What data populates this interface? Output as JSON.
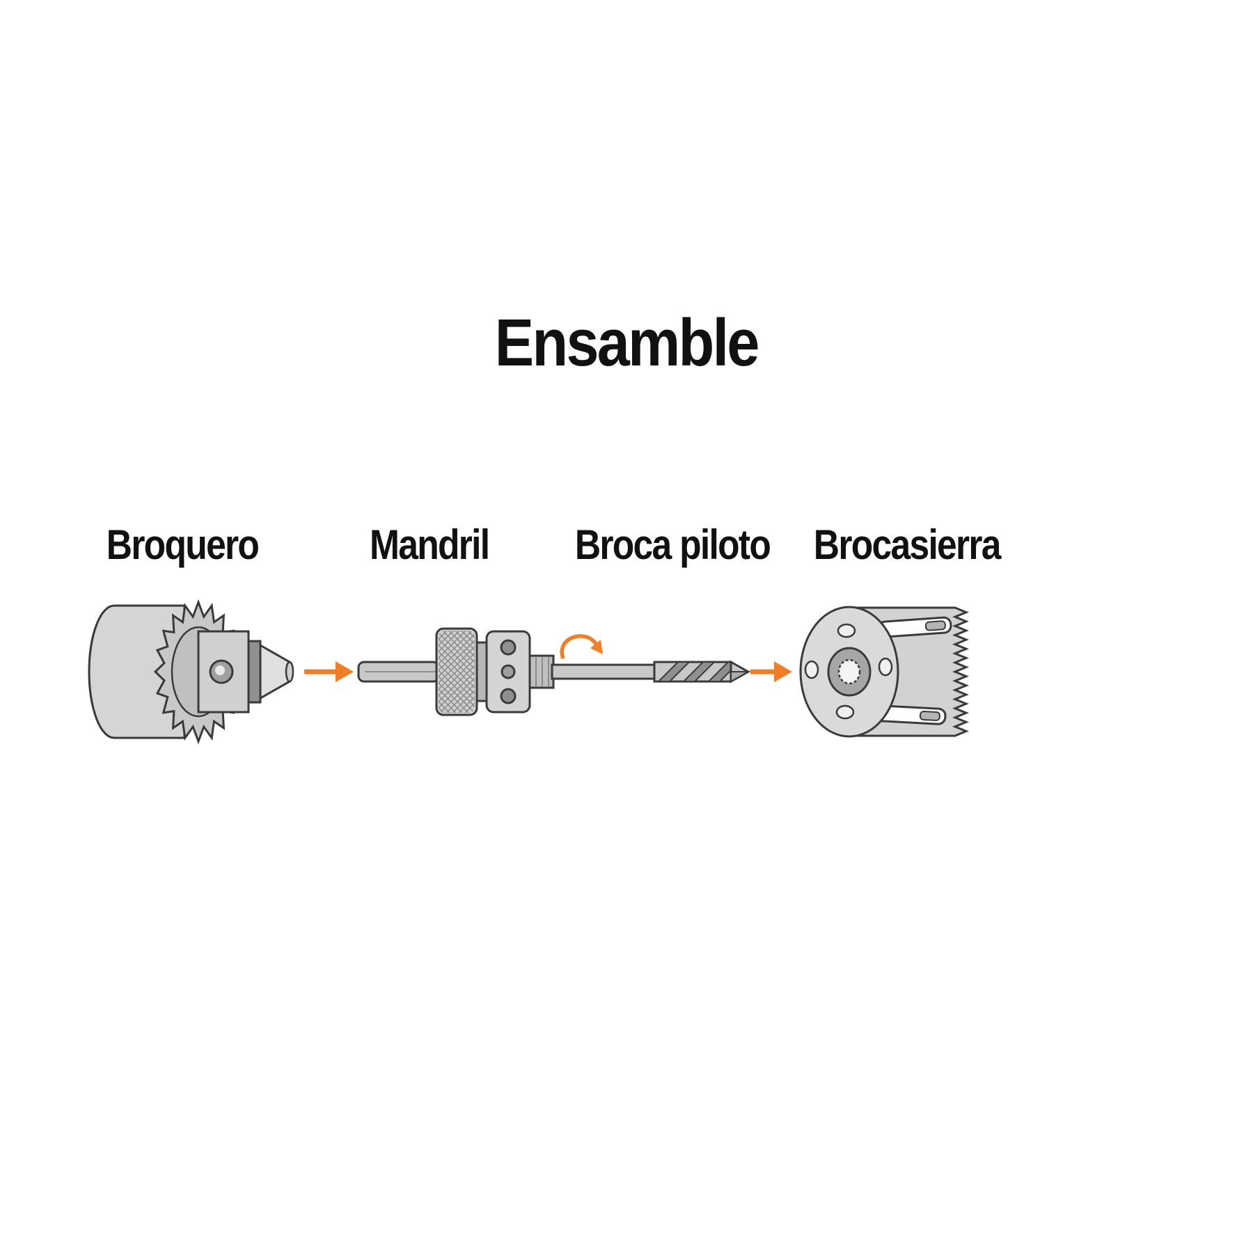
{
  "title": "Ensamble",
  "parts": [
    {
      "id": "broquero",
      "label": "Broquero"
    },
    {
      "id": "mandril",
      "label": "Mandril"
    },
    {
      "id": "broca-piloto",
      "label": "Broca piloto"
    },
    {
      "id": "brocasierra",
      "label": "Brocasierra"
    }
  ],
  "colors": {
    "accent": "#F07E26",
    "ink": "#111111",
    "outline": "#3a3a3a"
  },
  "icons": [
    {
      "name": "assembly-arrow",
      "meaning": "insert into next part"
    },
    {
      "name": "rotation-arrow",
      "meaning": "screw / rotate onto mandrel"
    }
  ]
}
